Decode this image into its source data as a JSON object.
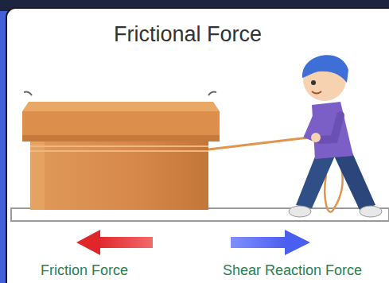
{
  "diagram": {
    "title": "Frictional Force",
    "labels": [
      "Friction Force",
      "Shear Reaction Force"
    ]
  }
}
